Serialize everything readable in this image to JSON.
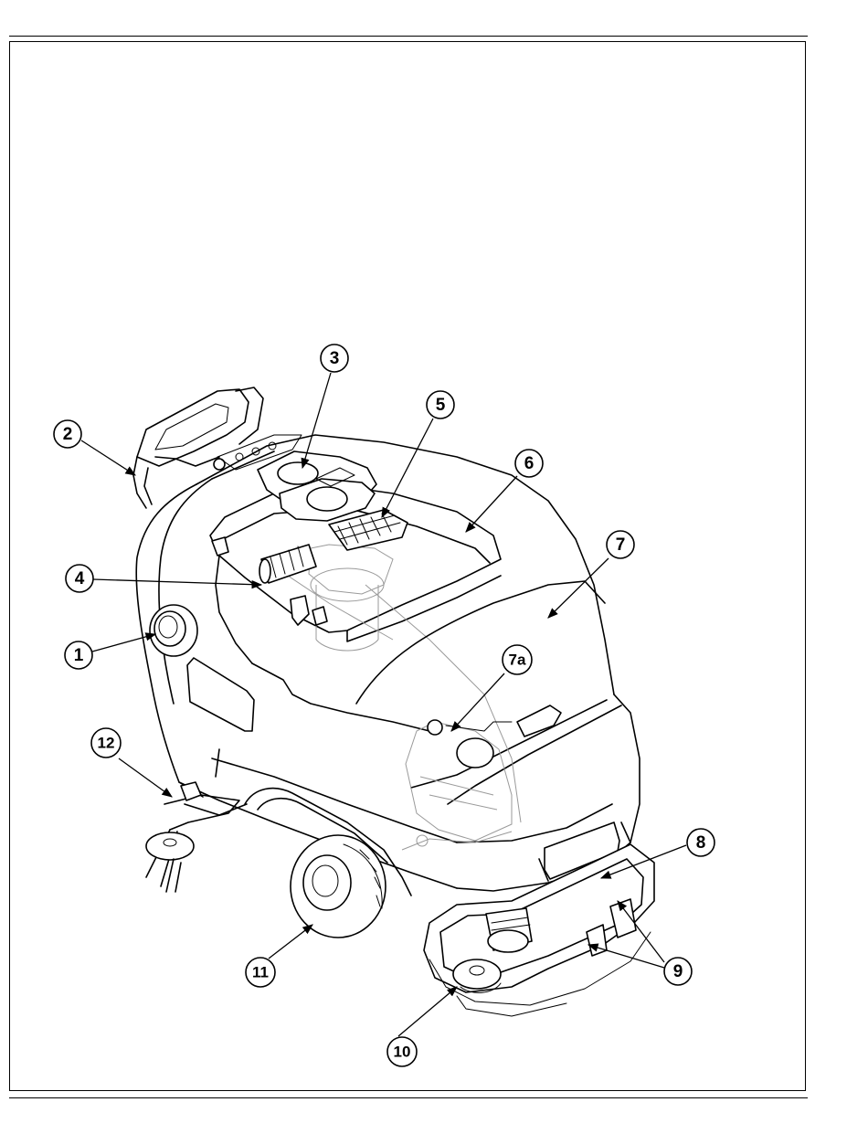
{
  "figure": {
    "callouts": [
      {
        "label": "1"
      },
      {
        "label": "2"
      },
      {
        "label": "3"
      },
      {
        "label": "4"
      },
      {
        "label": "5"
      },
      {
        "label": "6"
      },
      {
        "label": "7"
      },
      {
        "label": "7a"
      },
      {
        "label": "8"
      },
      {
        "label": "9"
      },
      {
        "label": "10"
      },
      {
        "label": "11"
      },
      {
        "label": "12"
      }
    ]
  }
}
